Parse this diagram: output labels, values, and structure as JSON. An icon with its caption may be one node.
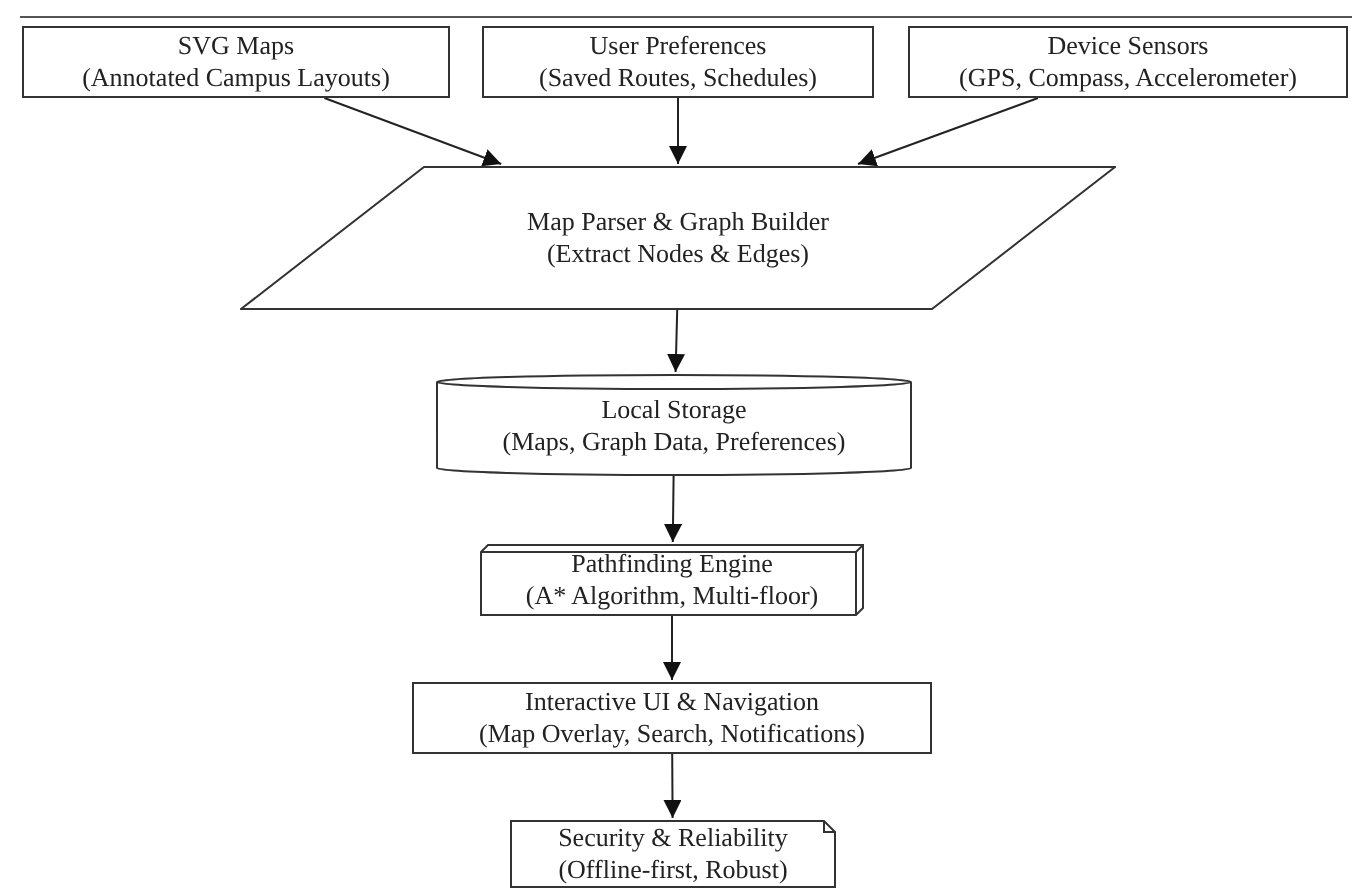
{
  "diagram": {
    "nodes": [
      {
        "text": [
          "SVG Maps",
          "(Annotated Campus Layouts)"
        ]
      },
      {
        "text": [
          "User Preferences",
          "(Saved Routes, Schedules)"
        ]
      },
      {
        "text": [
          "Device Sensors",
          "(GPS, Compass, Accelerometer)"
        ]
      },
      {
        "text": [
          "Map Parser & Graph Builder",
          "(Extract Nodes & Edges)"
        ]
      },
      {
        "text": [
          "Local Storage",
          "(Maps, Graph Data, Preferences)"
        ]
      },
      {
        "text": [
          "Pathfinding Engine",
          "(A* Algorithm, Multi-floor)"
        ]
      },
      {
        "text": [
          "Interactive UI & Navigation",
          "(Map Overlay, Search, Notifications)"
        ]
      },
      {
        "text": [
          "Security & Reliability",
          "(Offline-first, Robust)"
        ]
      }
    ],
    "edges": [
      {
        "from": 0,
        "to": 3,
        "arrow": "to"
      },
      {
        "from": 1,
        "to": 3,
        "arrow": "to"
      },
      {
        "from": 2,
        "to": 3,
        "arrow": "to"
      },
      {
        "from": 3,
        "to": 4,
        "arrow": "to"
      },
      {
        "from": 4,
        "to": 5,
        "arrow": "to"
      },
      {
        "from": 5,
        "to": 6,
        "arrow": "to"
      },
      {
        "from": 6,
        "to": 7,
        "arrow": "to"
      }
    ]
  }
}
